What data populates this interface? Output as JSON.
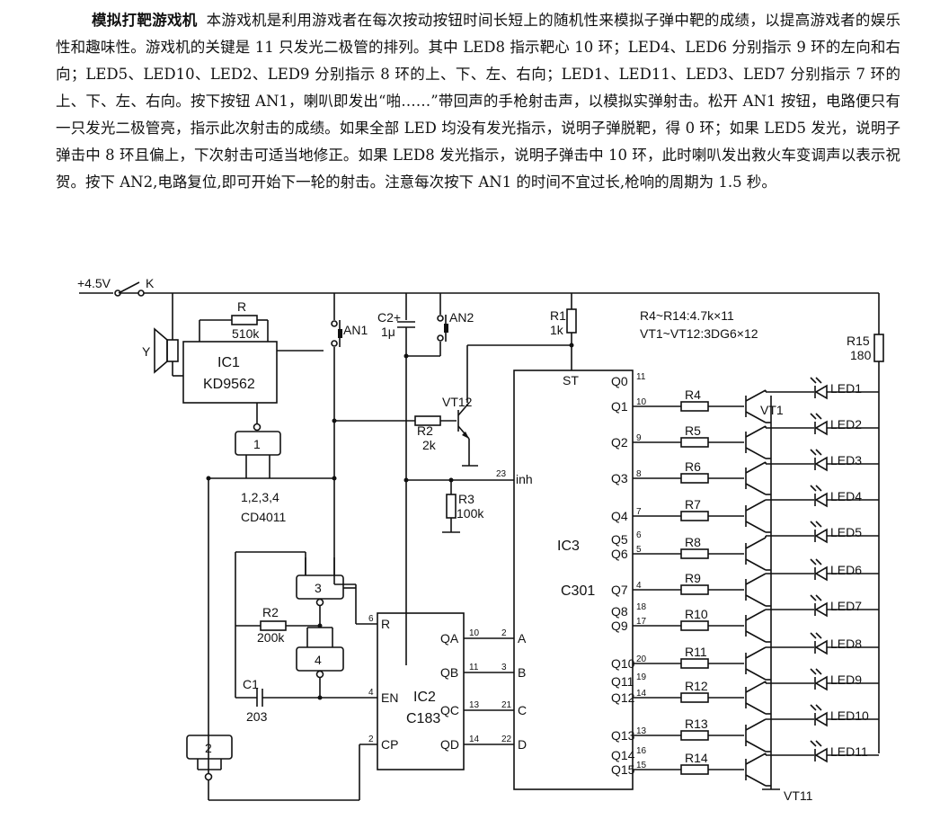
{
  "article": {
    "title": "模拟打靶游戏机",
    "body": "本游戏机是利用游戏者在每次按动按钮时间长短上的随机性来模拟子弹中靶的成绩，以提高游戏者的娱乐性和趣味性。游戏机的关键是 11 只发光二极管的排列。其中 LED8 指示靶心 10 环；LED4、LED6 分别指示 9 环的左向和右向；LED5、LED10、LED2、LED9 分别指示 8 环的上、下、左、右向；LED1、LED11、LED3、LED7 分别指示 7 环的上、下、左、右向。按下按钮 AN1，喇叭即发出“啪……”带回声的手枪射击声，以模拟实弹射击。松开 AN1 按钮，电路便只有一只发光二极管亮，指示此次射击的成绩。如果全部 LED 均没有发光指示，说明子弹脱靶，得 0 环；如果 LED5 发光，说明子弹击中 8 环且偏上，下次射击可适当地修正。如果 LED8 发光指示，说明子弹击中 10 环，此时喇叭发出救火车变调声以表示祝贺。按下 AN2,电路复位,即可开始下一轮的射击。注意每次按下 AN1 的时间不宜过长,枪响的周期为 1.5 秒。"
  },
  "schematic": {
    "supply": "+4.5V",
    "switch": "K",
    "speaker": "Y",
    "R_label": "R",
    "R_value": "510k",
    "ic1": {
      "name": "IC1",
      "part": "KD9562"
    },
    "gate_numbers": [
      "1",
      "2",
      "3",
      "4"
    ],
    "cd4011_pins": "1,2,3,4",
    "cd4011": "CD4011",
    "an1": "AN1",
    "c2": "C2+",
    "c2_value": "1μ",
    "an2": "AN2",
    "r1": "R1",
    "r1_value": "1k",
    "vt12": "VT12",
    "r2": "R2",
    "r2_value": "2k",
    "r3": "R3",
    "r3_value": "100k",
    "r2b": "R2",
    "r2b_value": "200k",
    "c1": "C1",
    "c1_value": "203",
    "ic2": {
      "name": "IC2",
      "part": "C183"
    },
    "ic2_left": [
      {
        "label": "R",
        "pin": "6"
      },
      {
        "label": "EN",
        "pin": "4"
      },
      {
        "label": "CP",
        "pin": "2"
      }
    ],
    "ic2_right": [
      {
        "label": "QA",
        "pin": "10"
      },
      {
        "label": "QB",
        "pin": "11"
      },
      {
        "label": "QC",
        "pin": "13"
      },
      {
        "label": "QD",
        "pin": "14"
      }
    ],
    "ic3_inputs": [
      {
        "label": "A",
        "pin": "2"
      },
      {
        "label": "B",
        "pin": "3"
      },
      {
        "label": "C",
        "pin": "21"
      },
      {
        "label": "D",
        "pin": "22"
      }
    ],
    "ic3": {
      "name": "IC3",
      "part": "C301"
    },
    "st": "ST",
    "inh": "inh",
    "inh_pin": "23",
    "outputs": [
      {
        "q": "Q0",
        "pin": "11"
      },
      {
        "q": "Q1",
        "pin": "10"
      },
      {
        "q": "Q2",
        "pin": "9"
      },
      {
        "q": "Q3",
        "pin": "8"
      },
      {
        "q": "Q4",
        "pin": "7"
      },
      {
        "q": "Q5",
        "pin": "6"
      },
      {
        "q": "Q6",
        "pin": "5"
      },
      {
        "q": "Q7",
        "pin": "4"
      },
      {
        "q": "Q8",
        "pin": "18"
      },
      {
        "q": "Q9",
        "pin": "17"
      },
      {
        "q": "Q10",
        "pin": "20"
      },
      {
        "q": "Q11",
        "pin": "19"
      },
      {
        "q": "Q12",
        "pin": "14"
      },
      {
        "q": "Q13",
        "pin": "13"
      },
      {
        "q": "Q14",
        "pin": "16"
      },
      {
        "q": "Q15",
        "pin": "15"
      }
    ],
    "r_series": [
      "R4",
      "R5",
      "R6",
      "R7",
      "R8",
      "R9",
      "R10",
      "R11",
      "R12",
      "R13",
      "R14"
    ],
    "leds": [
      "LED1",
      "LED2",
      "LED3",
      "LED4",
      "LED5",
      "LED6",
      "LED7",
      "LED8",
      "LED9",
      "LED10",
      "LED11"
    ],
    "vt1": "VT1",
    "vt11": "VT11",
    "note_r": "R4~R14:4.7k×11",
    "note_vt": "VT1~VT12:3DG6×12",
    "r15": "R15",
    "r15_value": "180"
  }
}
